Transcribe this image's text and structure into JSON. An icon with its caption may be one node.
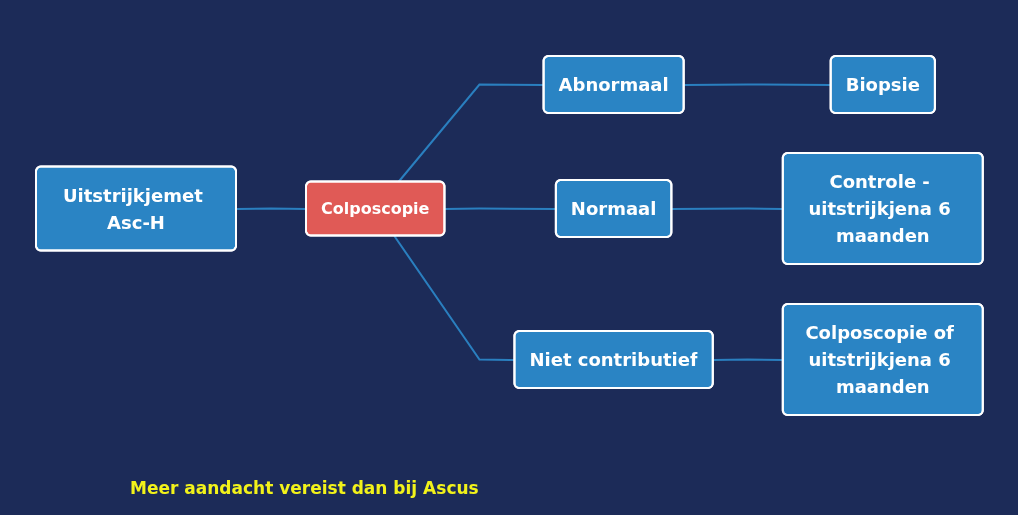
{
  "diagram": {
    "nodes": [
      {
        "text": [
          "Uitstrijkjemet Asc-H"
        ]
      },
      {
        "text": [
          "Colposcopie"
        ]
      },
      {
        "text": [
          "Abnormaal"
        ]
      },
      {
        "text": [
          "Biopsie"
        ]
      },
      {
        "text": [
          "Normaal"
        ]
      },
      {
        "text": [
          "Controle - uitstrijkjena 6 maanden"
        ]
      },
      {
        "text": [
          "Niet contributief"
        ]
      },
      {
        "text": [
          "Colposcopie of uitstrijkjena 6 maanden"
        ]
      }
    ],
    "edges": [
      {
        "from": 0,
        "to": 1,
        "arrow": "none"
      },
      {
        "from": 1,
        "to": 2,
        "arrow": "none"
      },
      {
        "from": 1,
        "to": 4,
        "arrow": "none"
      },
      {
        "from": 1,
        "to": 6,
        "arrow": "none"
      },
      {
        "from": 2,
        "to": 3,
        "arrow": "none"
      },
      {
        "from": 4,
        "to": 5,
        "arrow": "none"
      },
      {
        "from": 6,
        "to": 7,
        "arrow": "none"
      }
    ],
    "labels": [
      "Meer aandacht vereist dan bij Ascus"
    ]
  }
}
